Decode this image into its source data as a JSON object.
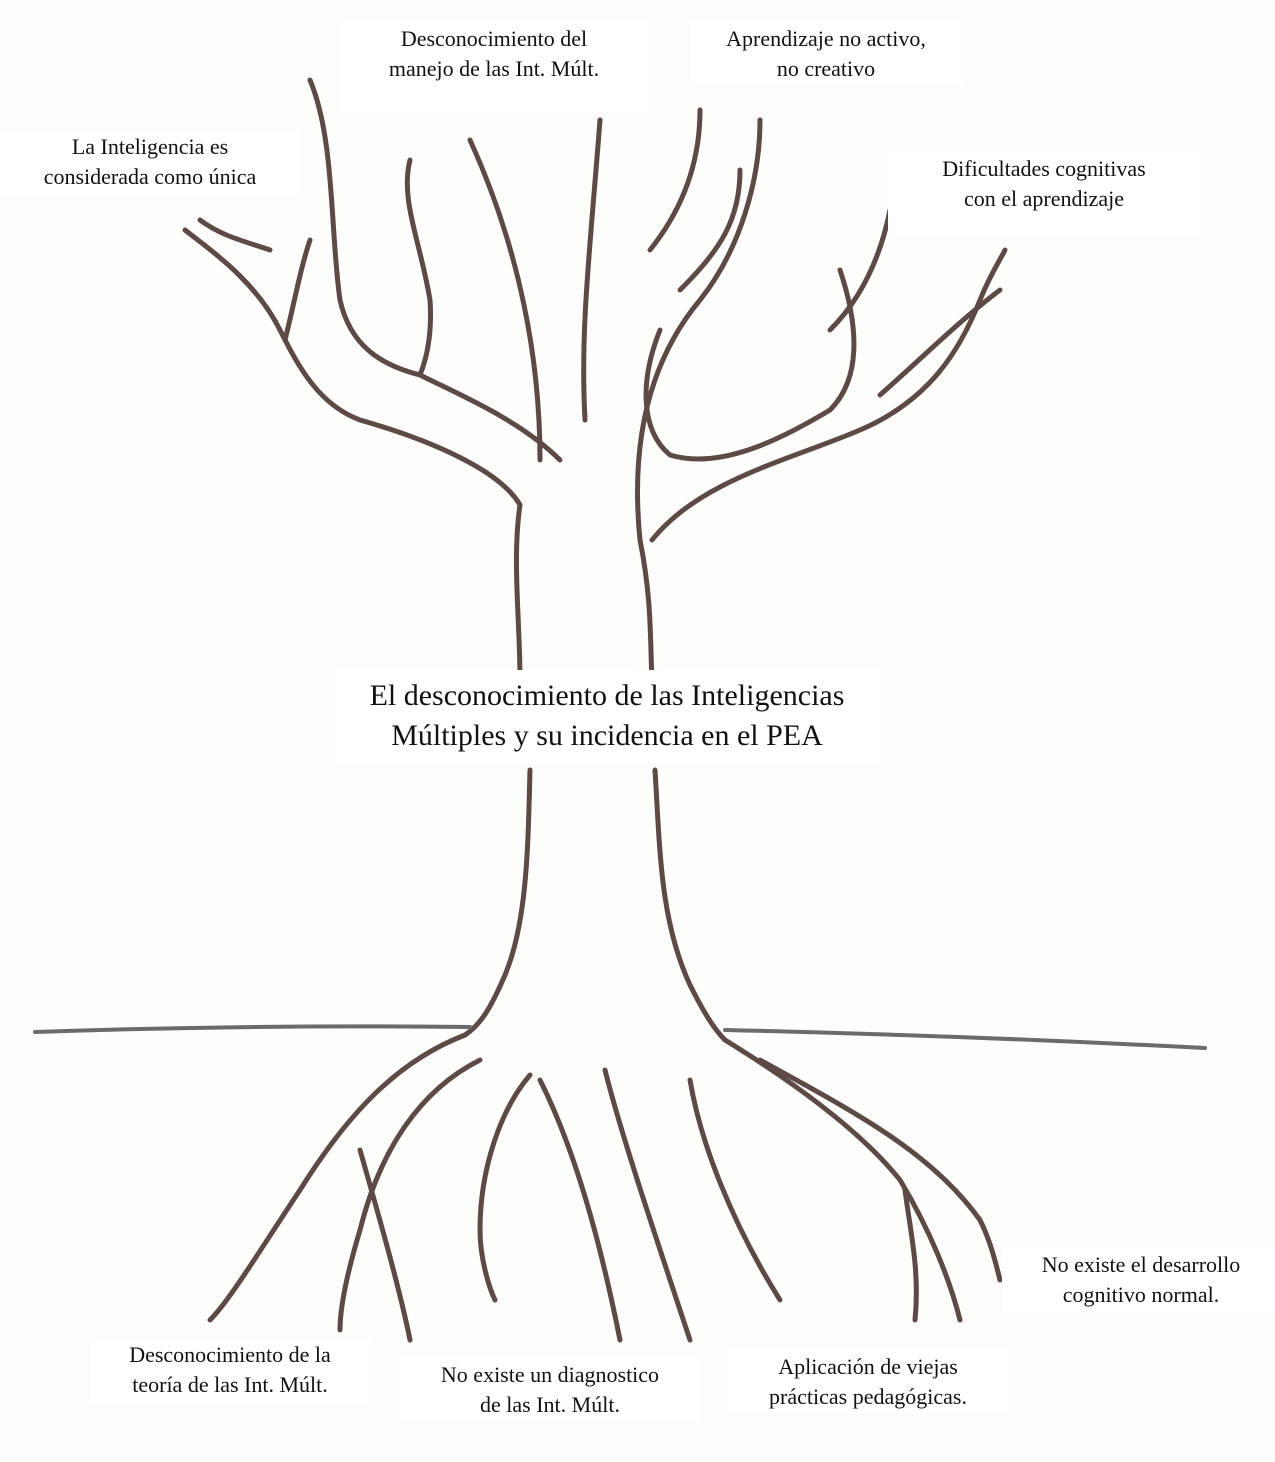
{
  "diagram": {
    "type": "problem-tree",
    "colors": {
      "line": "#5e4a44",
      "ground": "#6b6b6b",
      "background": "#fdfdfb",
      "label_bg": "#ffffff"
    },
    "central_problem": "El desconocimiento de las Inteligencias\nMúltiples y su incidencia en el PEA",
    "effects": [
      "La Inteligencia es\nconsiderada como única",
      "Desconocimiento del\nmanejo de las Int. Múlt.",
      "Aprendizaje no activo,\nno creativo",
      "Dificultades cognitivas\ncon el aprendizaje"
    ],
    "causes": [
      "Desconocimiento de la\nteoría de las Int. Múlt.",
      "No existe un diagnostico\nde las Int. Múlt.",
      "Aplicación de viejas\nprácticas pedagógicas.",
      "No existe el desarrollo\ncognitivo normal."
    ]
  }
}
